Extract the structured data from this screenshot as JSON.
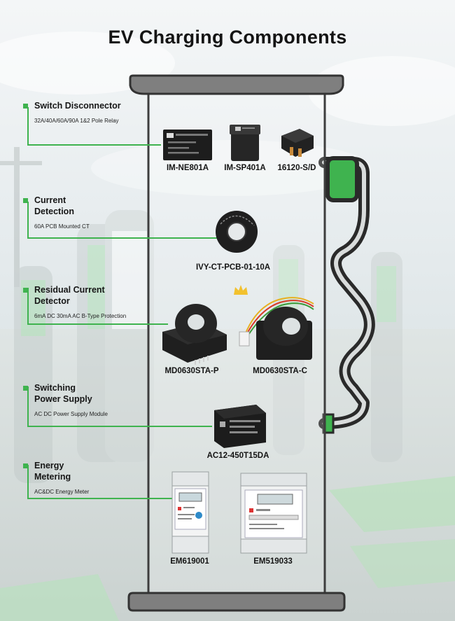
{
  "title": "EV Charging Components",
  "categories": [
    {
      "name": "Switch Disconnector",
      "desc": "32A/40A/60A/90A 1&2 Pole Relay"
    },
    {
      "name": "Current Detection",
      "desc": "60A PCB Mounted CT"
    },
    {
      "name": "Residual Current Detector",
      "desc": "6mA DC 30mA AC B-Type Protection"
    },
    {
      "name": "Switching Power Supply",
      "desc": "AC DC Power Supply Module"
    },
    {
      "name": "Energy Metering",
      "desc": "AC&DC Energy Meter"
    }
  ],
  "products": [
    "IM-NE801A",
    "IM-SP401A",
    "16120-S/D",
    "IVY-CT-PCB-01-10A",
    "MD0630STA-P",
    "MD0630STA-C",
    "AC12-450T15DA",
    "EM619001",
    "EM519033"
  ],
  "colors": {
    "accent": "#3fb34f",
    "frame": "#404040",
    "frame_light": "#8a8a8a",
    "text": "#141414"
  }
}
